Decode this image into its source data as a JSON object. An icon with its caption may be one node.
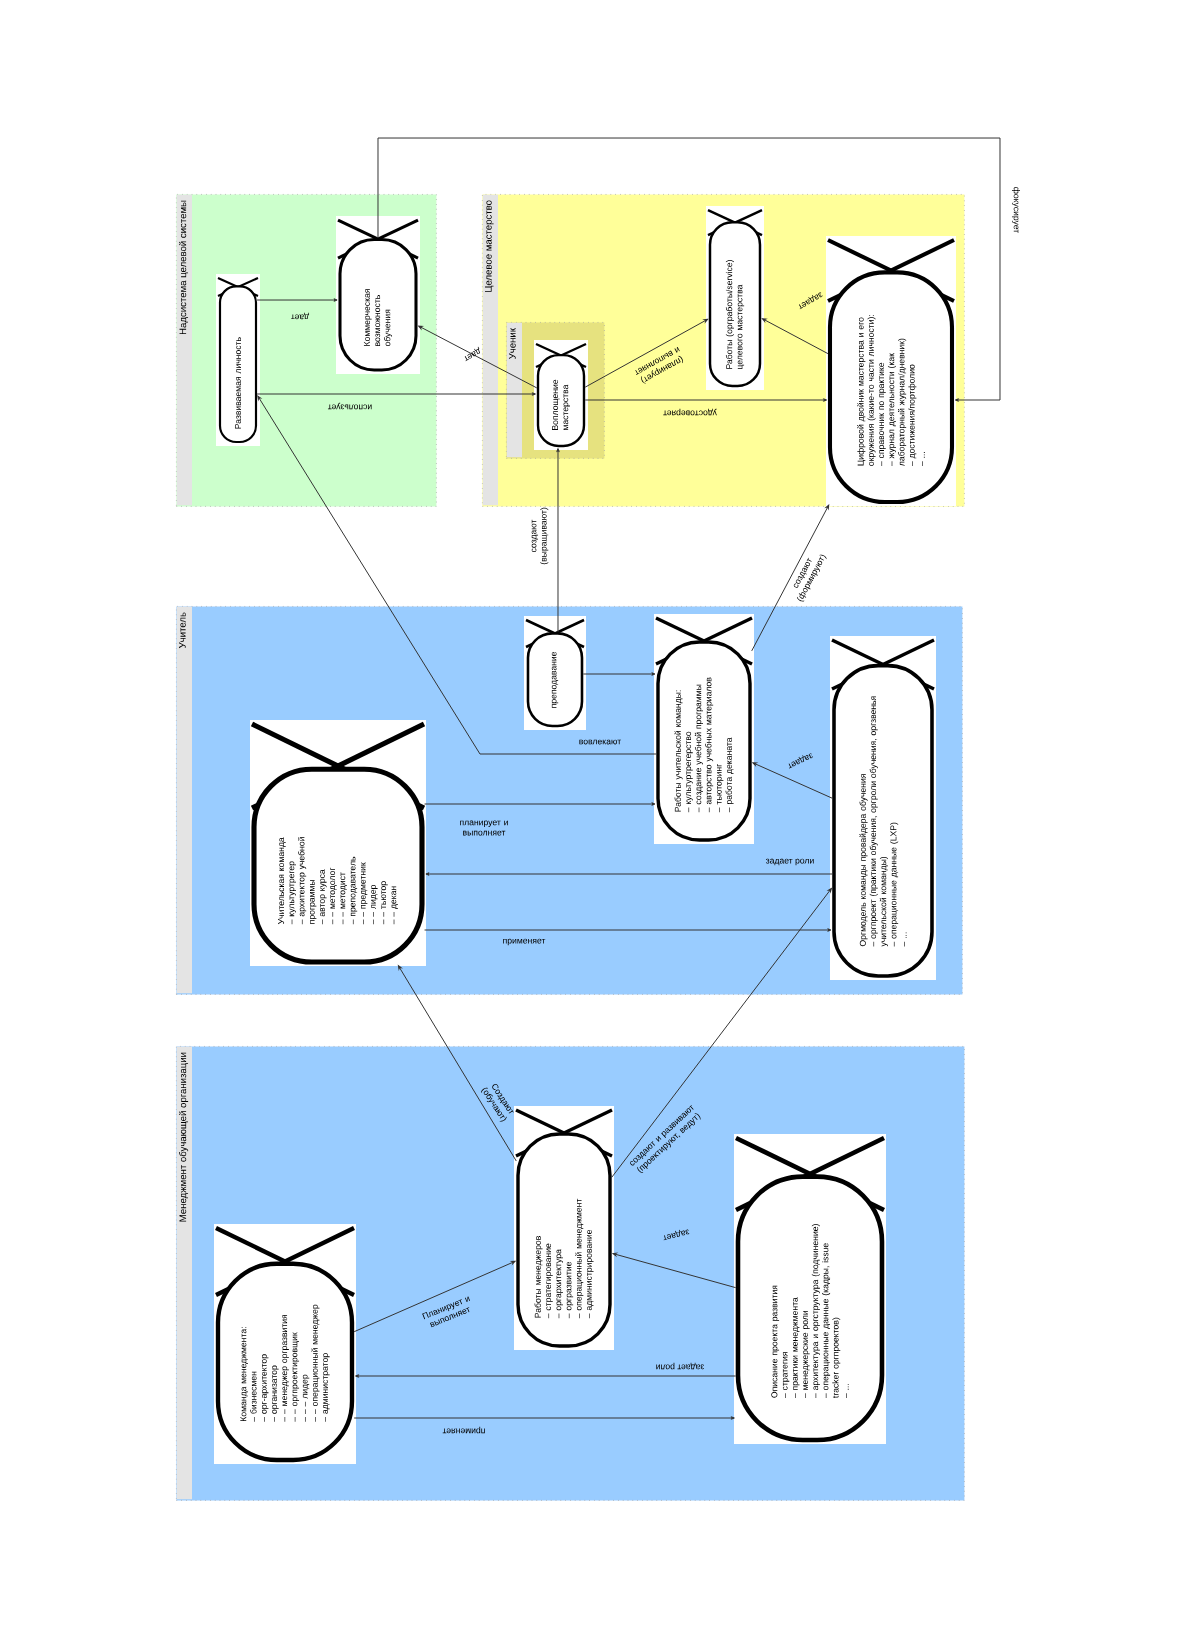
{
  "diagram": {
    "nodes": [
      {
        "text": [
          "Надсистема целевой системы"
        ]
      },
      {
        "text": [
          "Развиваемая личность"
        ],
        "in": 0
      },
      {
        "text": [
          "Коммерческая возможность обучения"
        ],
        "in": 0
      },
      {
        "text": [
          "Целевое мастерство"
        ]
      },
      {
        "text": [
          "Ученик"
        ],
        "in": 3
      },
      {
        "text": [
          "Воплощение мастерства"
        ],
        "in": 4
      },
      {
        "text": [
          "Работы (оргработы/service) целевого мастерства"
        ],
        "in": 3
      },
      {
        "text": [
          "Цифровой двойник мастерства и его окружения (какие-то части личности):",
          "– справочник по практике",
          "– журнал деятельности (как лабораторный журнал/дневник)",
          "– достижения/портфолио",
          "– ..."
        ],
        "in": 3
      },
      {
        "text": [
          "Учитель"
        ]
      },
      {
        "text": [
          "преподавание"
        ],
        "in": 8
      },
      {
        "text": [
          "Работы учительской команды:",
          "– культуртрегерство",
          "– создание учебной программы",
          "– авторство учебных материалов",
          "– тьюторинг",
          "– работа деканата"
        ],
        "in": 8
      },
      {
        "text": [
          "Учительская команда",
          "– культуртрегер",
          "– архитектор учебной программы",
          "– автор курса",
          "– – методолог",
          "– – методист",
          "– преподаватель",
          "– – предметник",
          "– – лидер",
          "– – тьютор",
          "– – декан"
        ],
        "in": 8
      },
      {
        "text": [
          "Оргмодель команды провайдера обучения",
          "– оргпроект (практики обучения, оргроли обучения, оргзвенья учительской команды)",
          "– операционные данные (LXP)",
          "– ..."
        ],
        "in": 8
      },
      {
        "text": [
          "Менеджмент обучающей организации"
        ]
      },
      {
        "text": [
          "Команда менеджмента:",
          "– бизнесмен",
          "– орг-архитектор",
          "– организатор",
          "– – менеджер оргразвития",
          "– – оргпроектировщик",
          "– – – лидер",
          "– – операционный менеджер",
          "– администратор"
        ],
        "in": 13
      },
      {
        "text": [
          "Работы менеджеров",
          "– стратегирование",
          "– оргархитектура",
          "– оргразвитие",
          "– операционный менеджмент",
          "– администрирование"
        ],
        "in": 13
      },
      {
        "text": [
          "Описание проекта развития",
          "– стратегия",
          "– практики менеджмента",
          "– менеджерские роли",
          "– архитектура и оргструктура (подчинение)",
          "– операционные данные (кадры, issue tracker оргпроектов)",
          "– ..."
        ],
        "in": 13
      }
    ],
    "edges": [
      {
        "from": 1,
        "to": 2,
        "arrow": "to",
        "label": "дает"
      },
      {
        "from": 1,
        "to": 5,
        "arrow": "to",
        "label": "использует"
      },
      {
        "from": 5,
        "to": 2,
        "arrow": "to",
        "label": "дает"
      },
      {
        "from": 5,
        "to": 6,
        "arrow": "to",
        "label": "(планирует) и выполняет"
      },
      {
        "from": 5,
        "to": 7,
        "arrow": "to",
        "label": "удостоверяет"
      },
      {
        "from": 7,
        "to": 6,
        "arrow": "to",
        "label": "задает"
      },
      {
        "from": 2,
        "to": 7,
        "arrow": "to",
        "label": "фокусирует"
      },
      {
        "from": 9,
        "to": 5,
        "arrow": "to",
        "label": "создают (выращивают)"
      },
      {
        "from": 10,
        "to": 7,
        "arrow": "to",
        "label": "создают (формируют)"
      },
      {
        "from": 9,
        "to": 10,
        "arrow": "to"
      },
      {
        "from": 10,
        "to": 1,
        "arrow": "to",
        "label": "вовлекают"
      },
      {
        "from": 11,
        "to": 10,
        "arrow": "to",
        "label": "планирует и выполняет"
      },
      {
        "from": 12,
        "to": 10,
        "arrow": "to",
        "label": "задает"
      },
      {
        "from": 12,
        "to": 11,
        "arrow": "to",
        "label": "задает роли"
      },
      {
        "from": 11,
        "to": 12,
        "arrow": "to",
        "label": "применяет"
      },
      {
        "from": 15,
        "to": 11,
        "arrow": "to",
        "label": "Создают (обучают)"
      },
      {
        "from": 15,
        "to": 12,
        "arrow": "to",
        "label": "создают и развивают (проектируют, ведут)"
      },
      {
        "from": 14,
        "to": 15,
        "arrow": "to",
        "label": "Планирует и выполняет"
      },
      {
        "from": 16,
        "to": 15,
        "arrow": "to",
        "label": "задает"
      },
      {
        "from": 16,
        "to": 14,
        "arrow": "to",
        "label": "задает роли"
      },
      {
        "from": 14,
        "to": 16,
        "arrow": "to",
        "label": "применяет"
      }
    ]
  }
}
